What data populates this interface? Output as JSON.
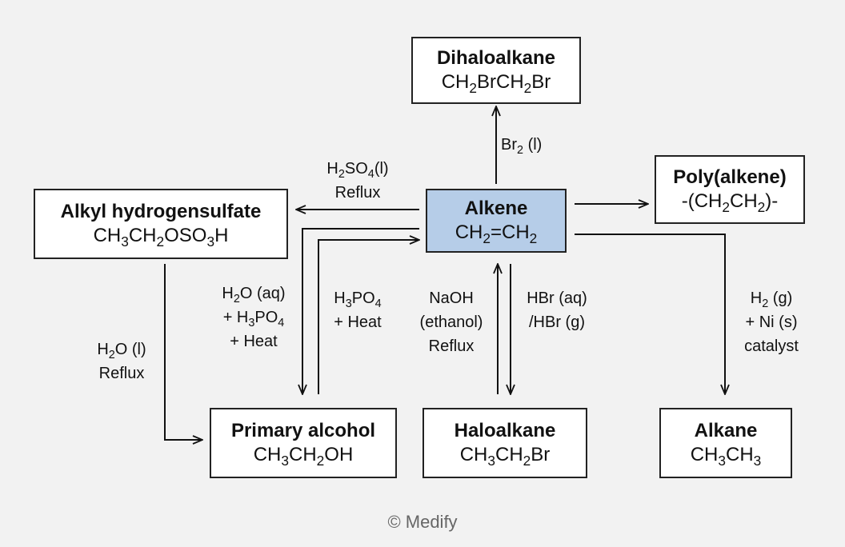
{
  "nodes": {
    "dihaloalkane": {
      "title": "Dihaloalkane",
      "formula": "CH_2BrCH_2Br"
    },
    "alkene": {
      "title": "Alkene",
      "formula": "CH_2=CH_2"
    },
    "poly": {
      "title": "Poly(alkene)",
      "formula": "-(CH_2CH_2)-"
    },
    "alkyl": {
      "title": "Alkyl hydrogensulfate",
      "formula": "CH_3CH_2OSO_3H"
    },
    "primary": {
      "title": "Primary alcohol",
      "formula": "CH_3CH_2OH"
    },
    "haloalkane": {
      "title": "Haloalkane",
      "formula": "CH_3CH_2Br"
    },
    "alkane": {
      "title": "Alkane",
      "formula": "CH_3CH_3"
    }
  },
  "conditions": {
    "br2": [
      "Br_2 (l)"
    ],
    "h2so4": [
      "H_2SO_4(l)",
      "Reflux"
    ],
    "h2o_reflux": [
      "H_2O (l)",
      "Reflux"
    ],
    "hydration": [
      "H_2O (aq)",
      "+ H_3PO_4",
      "+ Heat"
    ],
    "dehydration": [
      "H_3PO_4",
      "+ Heat"
    ],
    "naoh": [
      "NaOH",
      "(ethanol)",
      "Reflux"
    ],
    "hbr": [
      "HBr (aq)",
      "/HBr (g)"
    ],
    "h2": [
      "H_2 (g)",
      "+ Ni (s)",
      "catalyst"
    ]
  },
  "credit": "© Medify",
  "colors": {
    "alkene_fill": "#b6cde8",
    "background": "#f2f2f2"
  }
}
